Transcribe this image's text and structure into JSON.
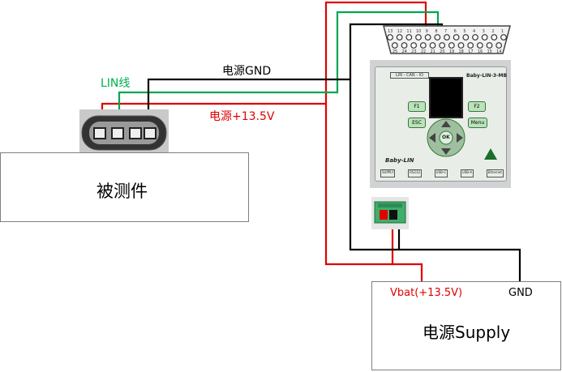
{
  "labels": {
    "dut": "被测件",
    "supply": "电源Supply",
    "vbat": "Vbat(+13.5V)",
    "gnd_terminal": "GND",
    "power_gnd": "电源GND",
    "power_plus": "电源+13.5V",
    "lin_wire": "LIN线"
  },
  "device": {
    "model": "Baby-LIN-3-MB",
    "badge": "LIN - CAN - IO",
    "brand": "Baby-LIN",
    "buttons": [
      "F1",
      "F2",
      "ESC",
      "Menu",
      "OK"
    ],
    "ports": [
      "SUPPLY",
      "RS232",
      "USB-C",
      "USB-A",
      "Ethernet"
    ]
  },
  "dsub": {
    "top_pins": [
      "13",
      "12",
      "11",
      "10",
      "9",
      "8",
      "7",
      "6",
      "5",
      "4",
      "3",
      "2",
      "1"
    ],
    "bottom_pins": [
      "25",
      "24",
      "23",
      "22",
      "21",
      "20",
      "19",
      "18",
      "17",
      "16",
      "15",
      "14"
    ]
  },
  "colors": {
    "red": "#e00000",
    "green": "#00a651",
    "black": "#000000",
    "text_red": "#e00000",
    "text_green": "#00b050"
  }
}
